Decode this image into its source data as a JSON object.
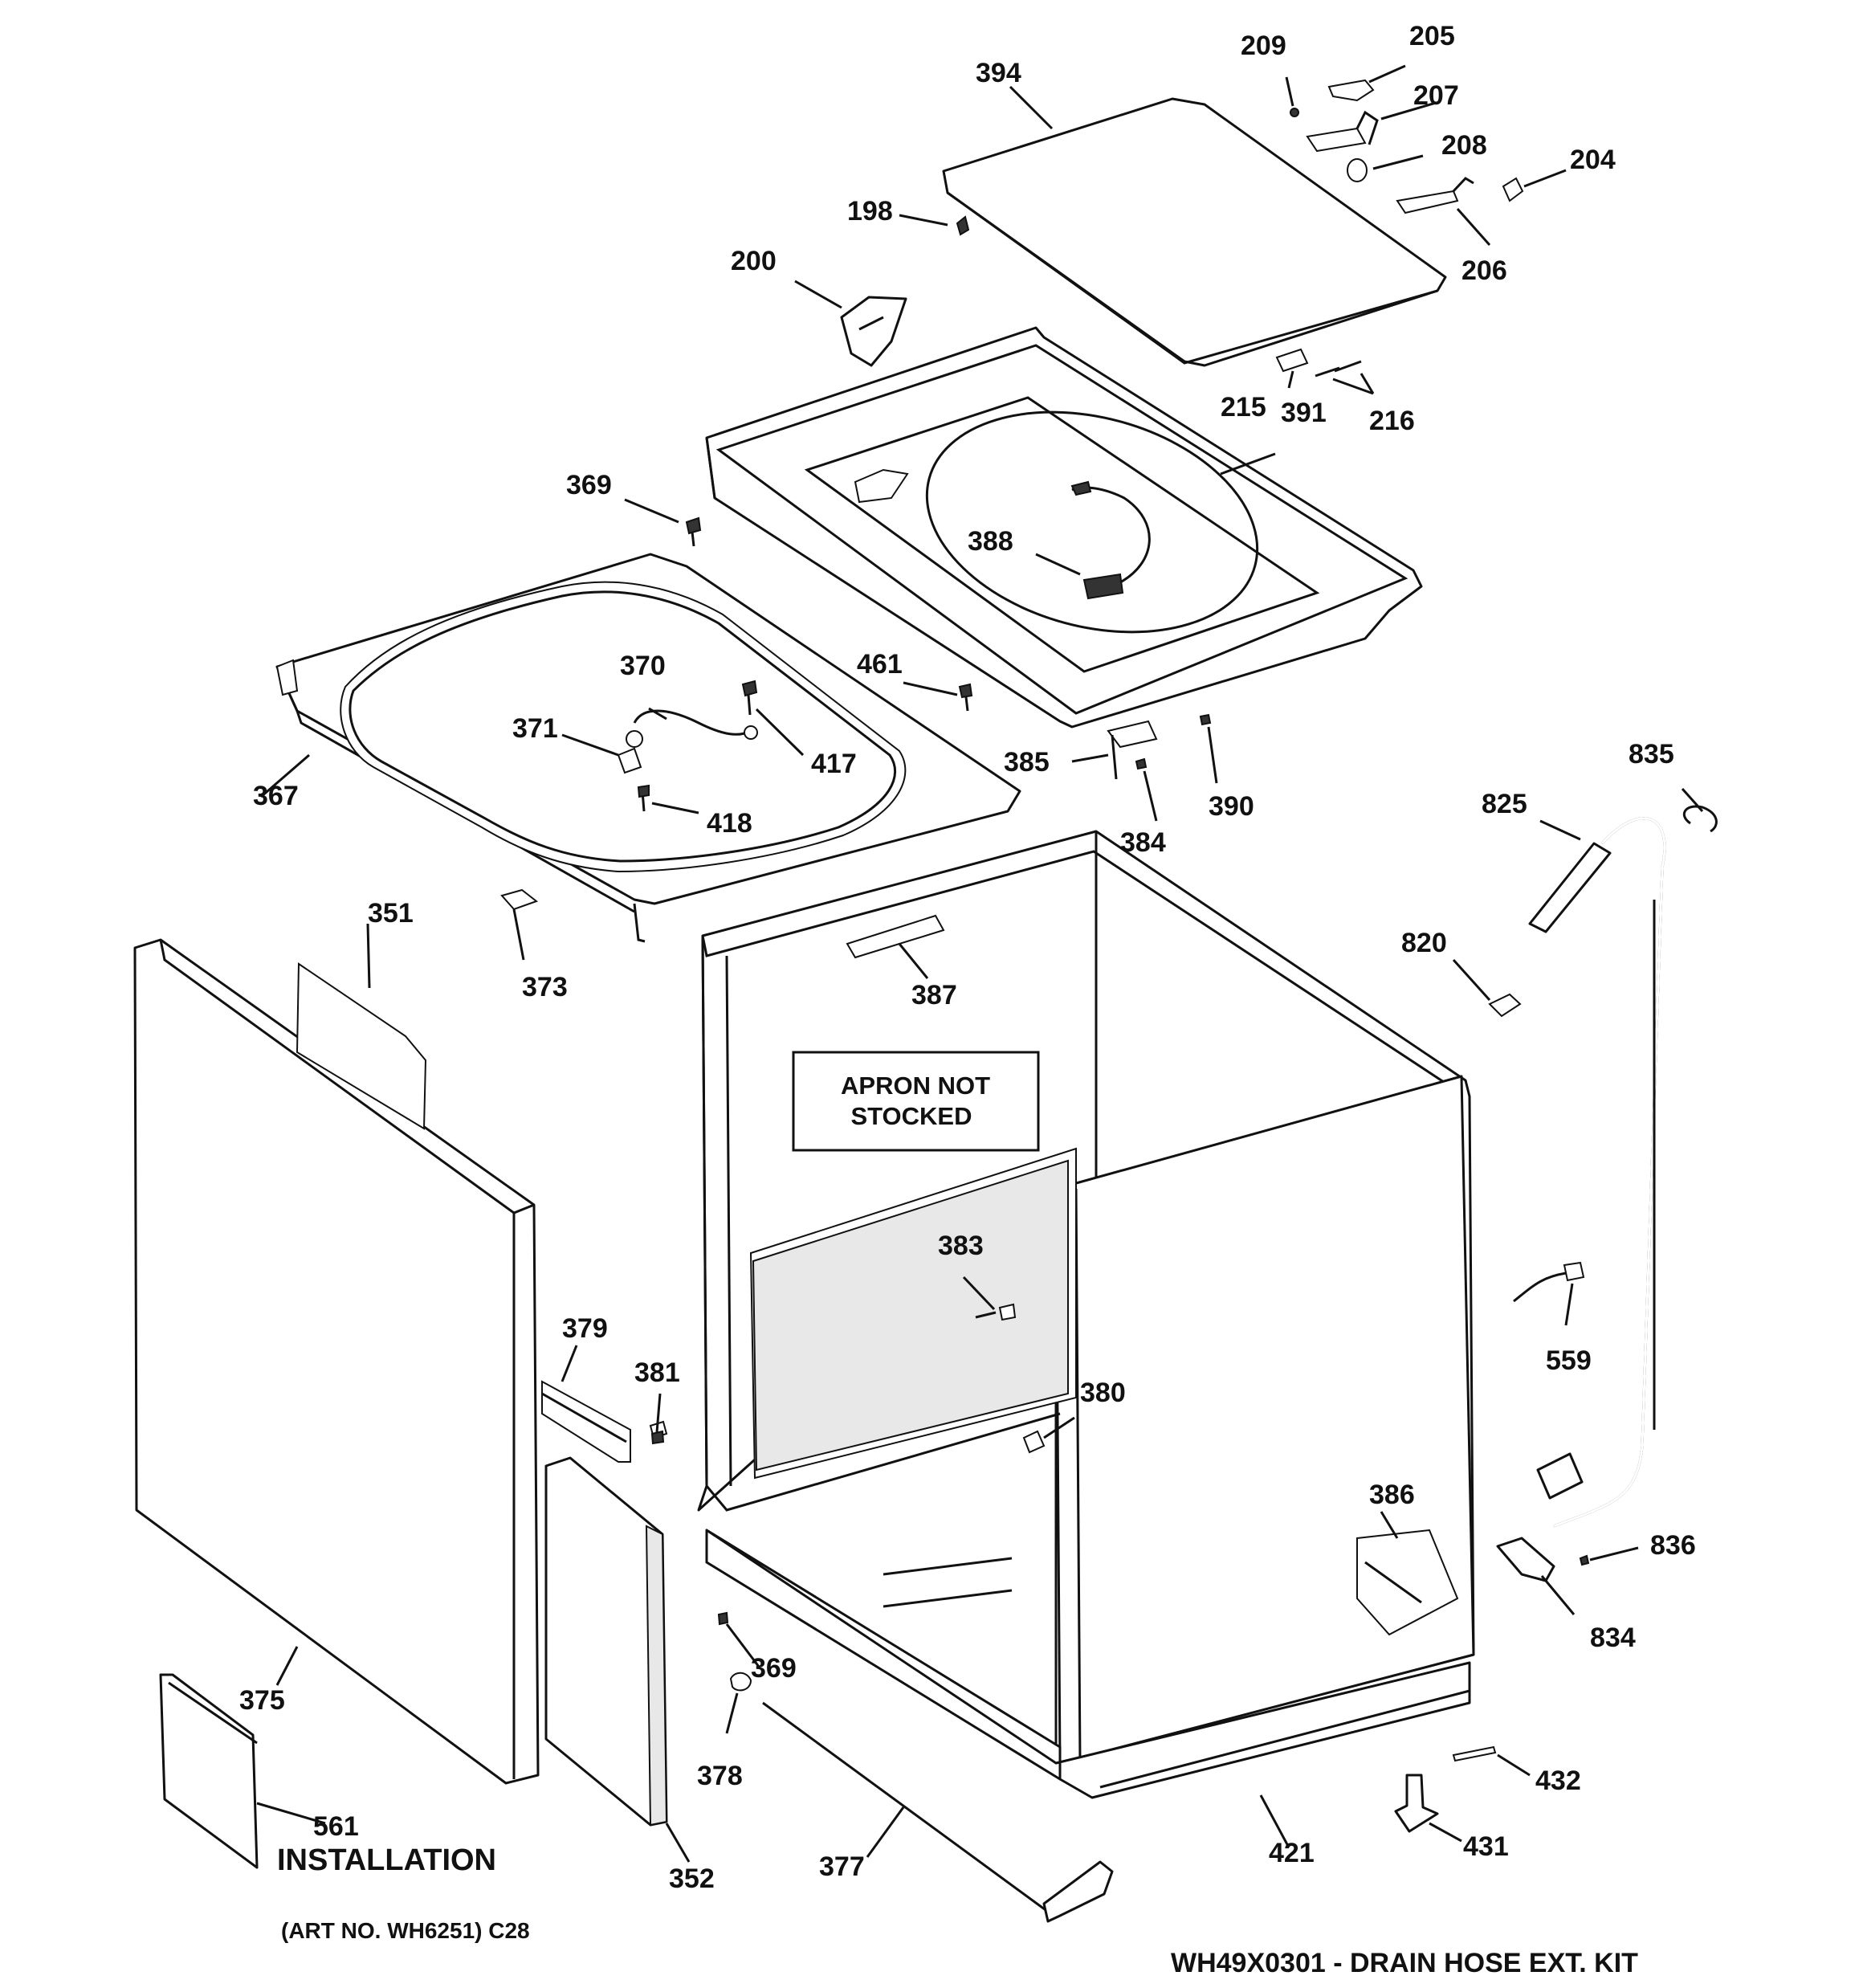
{
  "callouts": {
    "p394": "394",
    "p209": "209",
    "p205": "205",
    "p207": "207",
    "p208": "208",
    "p204": "204",
    "p206": "206",
    "p198": "198",
    "p200": "200",
    "p215": "215",
    "p391": "391",
    "p216": "216",
    "p369a": "369",
    "p388": "388",
    "p370": "370",
    "p371": "371",
    "p417": "417",
    "p461": "461",
    "p367": "367",
    "p418": "418",
    "p385": "385",
    "p390": "390",
    "p384": "384",
    "p835": "835",
    "p825": "825",
    "p351": "351",
    "p373": "373",
    "p387": "387",
    "p820": "820",
    "p383": "383",
    "p379": "379",
    "p381": "381",
    "p380": "380",
    "p559": "559",
    "p386": "386",
    "p836": "836",
    "p834": "834",
    "p375": "375",
    "p369b": "369",
    "p378": "378",
    "p432": "432",
    "p561": "561",
    "p352": "352",
    "p377": "377",
    "p421": "421",
    "p431": "431"
  },
  "notes": {
    "apron_line1": "APRON NOT",
    "apron_line2": "STOCKED",
    "installation": "INSTALLATION",
    "art_no": "(ART NO. WH6251) C28",
    "kit": "WH49X0301 - DRAIN HOSE EXT. KIT"
  }
}
